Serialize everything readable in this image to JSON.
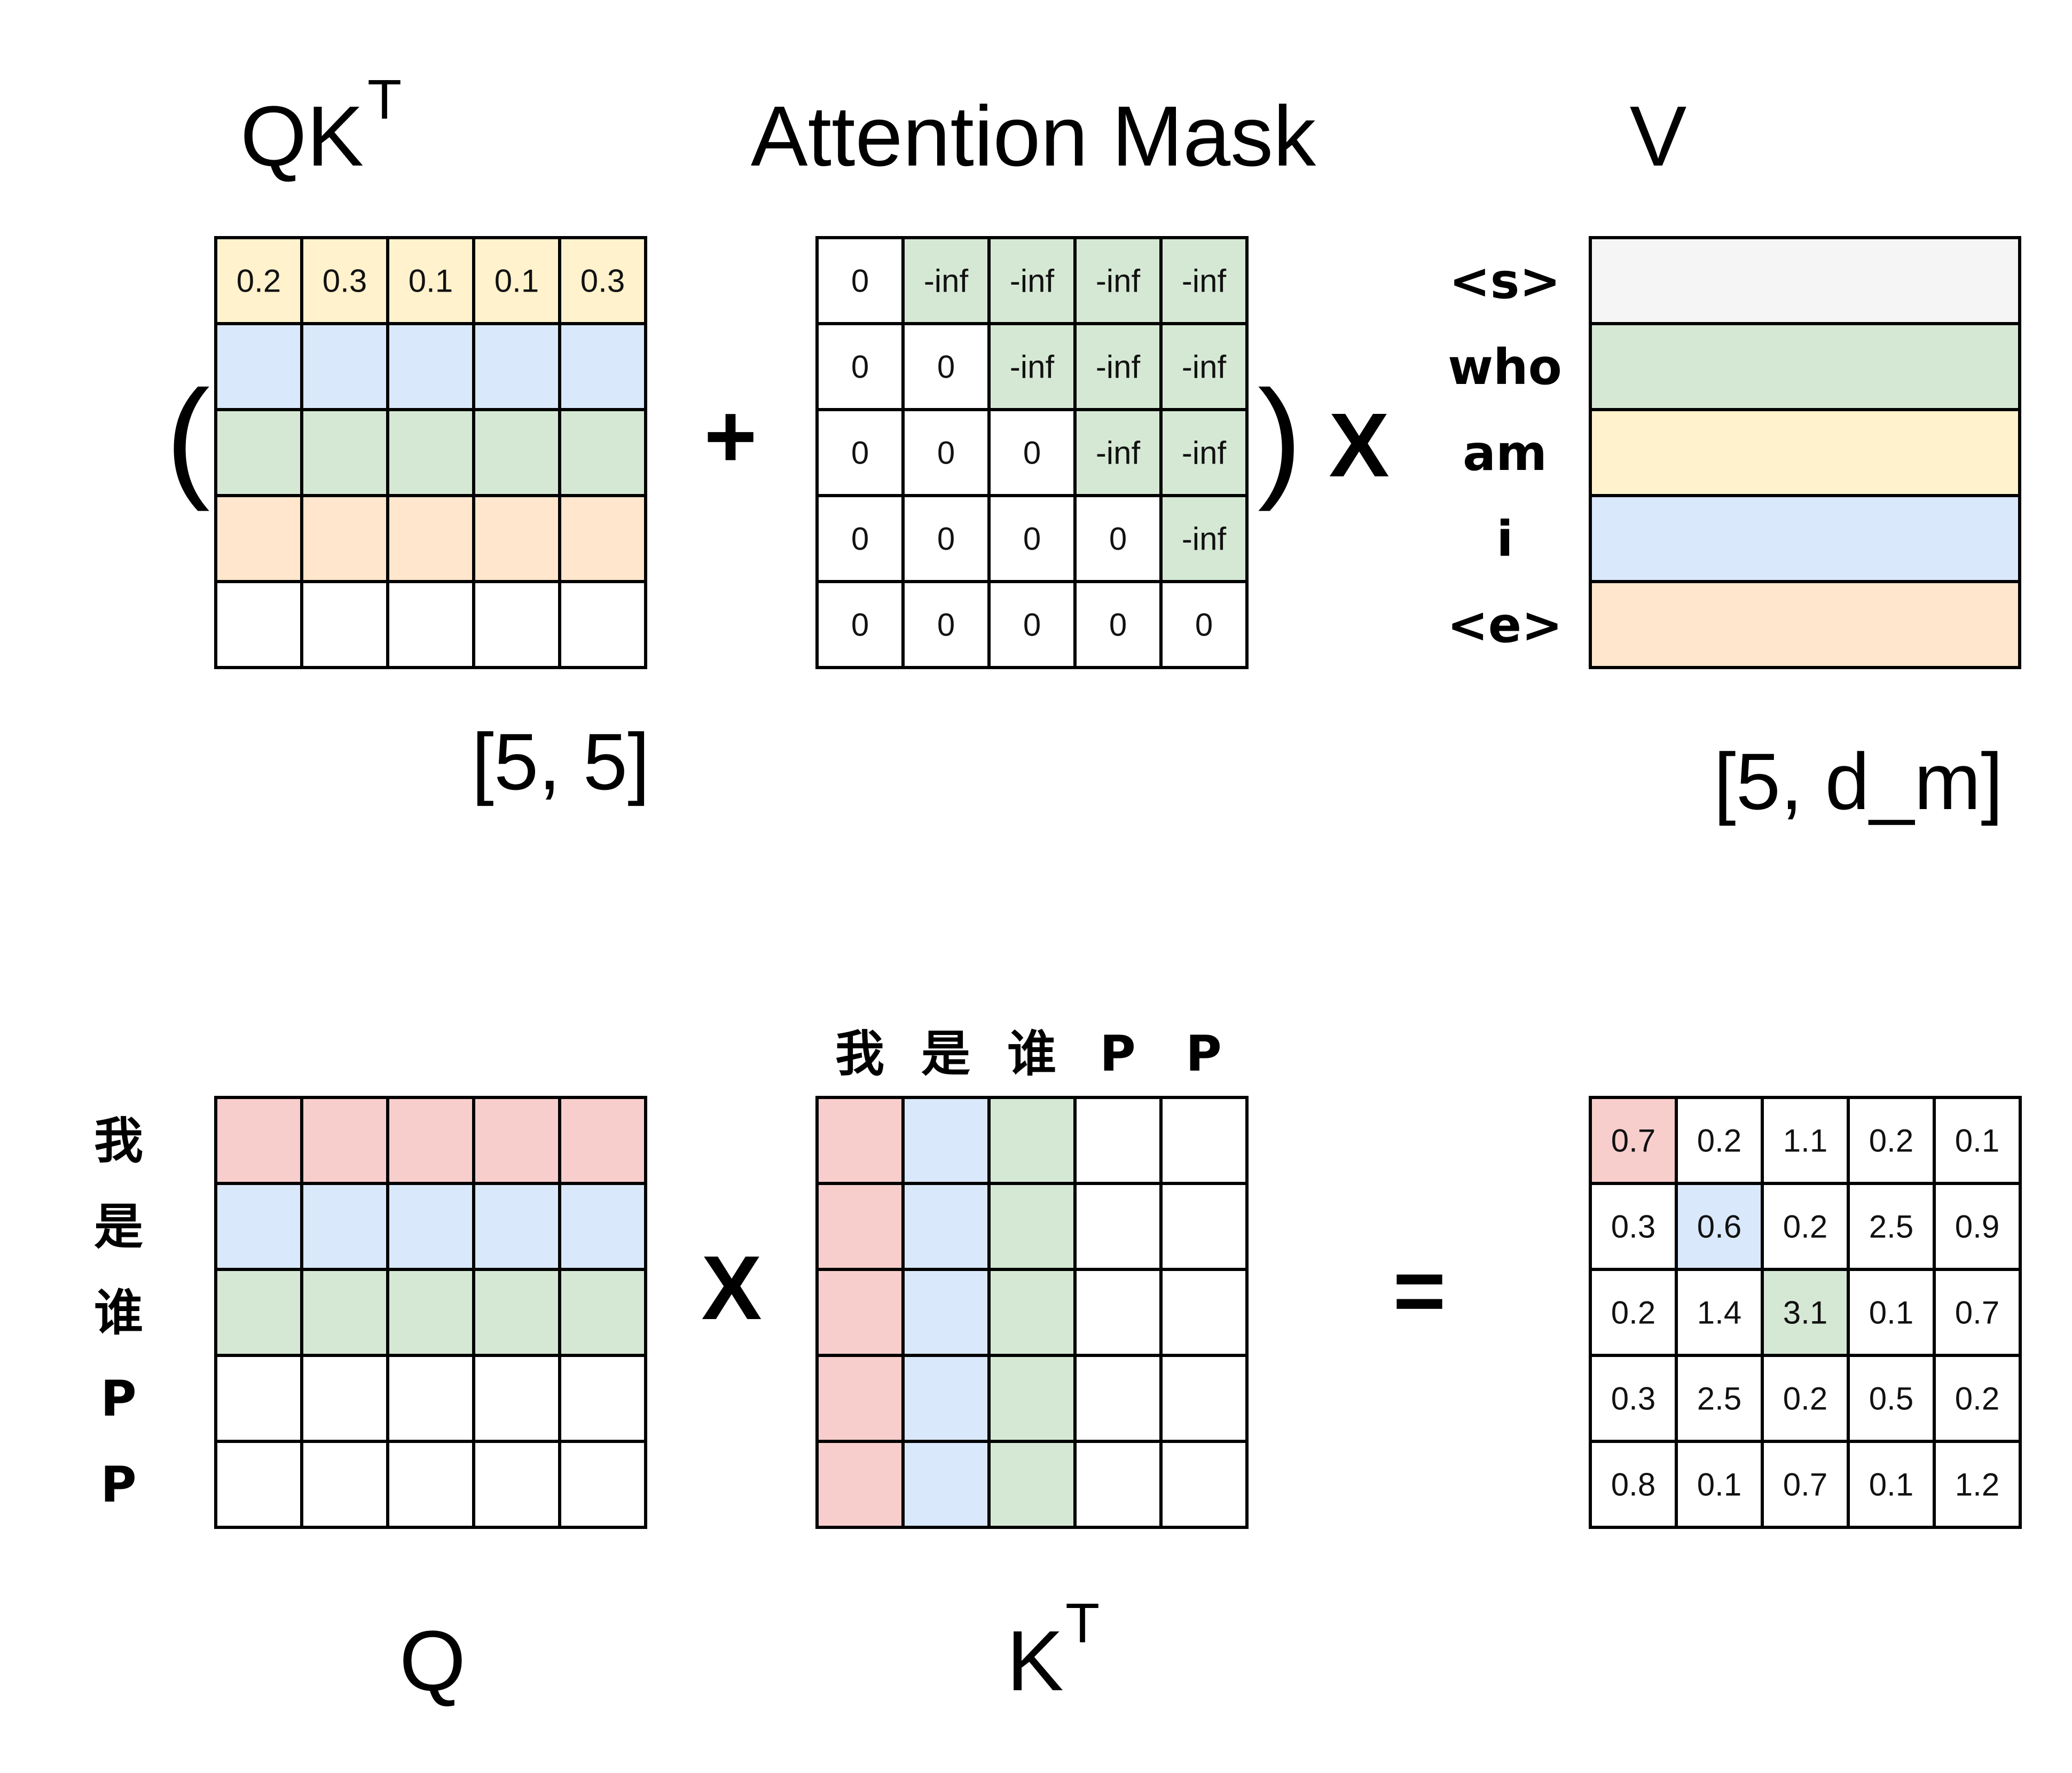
{
  "titles": {
    "qkt": "QK",
    "qkt_sup": "T",
    "mask": "Attention Mask",
    "v": "V",
    "q": "Q",
    "kt": "K",
    "kt_sup": "T"
  },
  "dims": {
    "qkt": "[5, 5]",
    "v": "[5, d_m]"
  },
  "operators": {
    "open_paren": "(",
    "close_paren": ")",
    "plus": "+",
    "times_top": "X",
    "times_bottom": "X",
    "equals": "="
  },
  "colors": {
    "yellow": "#fff2cc",
    "blue": "#dae8fc",
    "green": "#d5e8d4",
    "orange": "#ffe6cc",
    "red": "#f8cecc",
    "gray": "#f5f5f5",
    "white": "#ffffff"
  },
  "qkt_matrix": {
    "rows": [
      [
        "0.2",
        "0.3",
        "0.1",
        "0.1",
        "0.3"
      ],
      [
        "",
        "",
        "",
        "",
        ""
      ],
      [
        "",
        "",
        "",
        "",
        ""
      ],
      [
        "",
        "",
        "",
        "",
        ""
      ],
      [
        "",
        "",
        "",
        "",
        ""
      ]
    ],
    "row_colors": [
      "yellow",
      "blue",
      "green",
      "orange",
      "white"
    ]
  },
  "mask_matrix": {
    "rows": [
      [
        "0",
        "-inf",
        "-inf",
        "-inf",
        "-inf"
      ],
      [
        "0",
        "0",
        "-inf",
        "-inf",
        "-inf"
      ],
      [
        "0",
        "0",
        "0",
        "-inf",
        "-inf"
      ],
      [
        "0",
        "0",
        "0",
        "0",
        "-inf"
      ],
      [
        "0",
        "0",
        "0",
        "0",
        "0"
      ]
    ]
  },
  "v_matrix": {
    "tokens": [
      "<s>",
      "who",
      "am",
      "i",
      "<e>"
    ],
    "row_colors": [
      "gray",
      "green",
      "yellow",
      "blue",
      "orange"
    ]
  },
  "q_matrix": {
    "tokens": [
      "我",
      "是",
      "谁",
      "P",
      "P"
    ],
    "row_colors": [
      "red",
      "blue",
      "green",
      "white",
      "white"
    ]
  },
  "kt_matrix": {
    "tokens": [
      "我",
      "是",
      "谁",
      "P",
      "P"
    ],
    "col_colors": [
      "red",
      "blue",
      "green",
      "white",
      "white"
    ]
  },
  "result_matrix": {
    "rows": [
      [
        "0.7",
        "0.2",
        "1.1",
        "0.2",
        "0.1"
      ],
      [
        "0.3",
        "0.6",
        "0.2",
        "2.5",
        "0.9"
      ],
      [
        "0.2",
        "1.4",
        "3.1",
        "0.1",
        "0.7"
      ],
      [
        "0.3",
        "2.5",
        "0.2",
        "0.5",
        "0.2"
      ],
      [
        "0.8",
        "0.1",
        "0.7",
        "0.1",
        "1.2"
      ]
    ],
    "highlight_colors": [
      "red",
      "blue",
      "green",
      "",
      ""
    ]
  }
}
